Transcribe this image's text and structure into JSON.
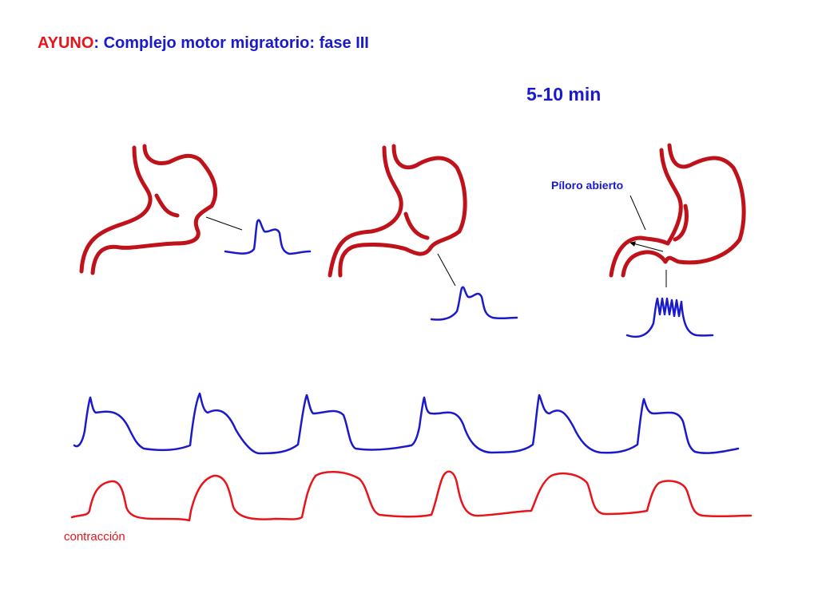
{
  "title": {
    "prefix": "AYUNO",
    "separator": ": ",
    "rest": "Complejo motor migratorio: fase III"
  },
  "duration_label": "5-10 min",
  "pylorus_label": "Píloro abierto",
  "contraction_label": "contracción",
  "colors": {
    "title_prefix": "#e8141c",
    "title_text": "#1a1acc",
    "duration": "#1a1acc",
    "pylorus_label": "#1a1acc",
    "stomach_outline": "#c0121a",
    "electrical_trace": "#1a1acc",
    "contraction_trace": "#e8141c",
    "contraction_label": "#e8141c",
    "leader_line": "#000000"
  }
}
